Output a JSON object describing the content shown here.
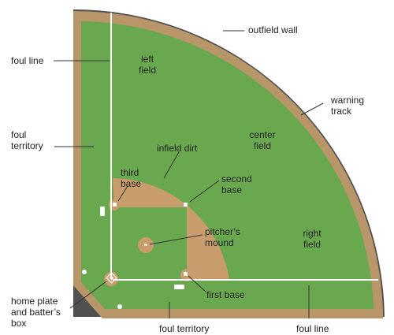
{
  "colors": {
    "grass": "#6aa84f",
    "track": "#b9956a",
    "wall": "#505050",
    "dirt": "#c89c6c",
    "chalk": "#ffffff",
    "leader": "#333333",
    "text": "#222222"
  },
  "labels": {
    "outfield_wall": "outfield wall",
    "foul_line_top": "foul line",
    "left_field": [
      "left",
      "field"
    ],
    "warning_track": [
      "warning",
      "track"
    ],
    "foul_territory_left": [
      "foul",
      "territory"
    ],
    "center_field": [
      "center",
      "field"
    ],
    "infield_dirt": "infield dirt",
    "third_base": [
      "third",
      "base"
    ],
    "second_base": [
      "second",
      "base"
    ],
    "pitchers_mound": [
      "pitcher’s",
      "mound"
    ],
    "right_field": [
      "right",
      "field"
    ],
    "home_plate": [
      "home plate",
      "and batter’s",
      "box"
    ],
    "first_base": "first base",
    "foul_territory_bottom": "foul territory",
    "foul_line_bottom": "foul line"
  }
}
